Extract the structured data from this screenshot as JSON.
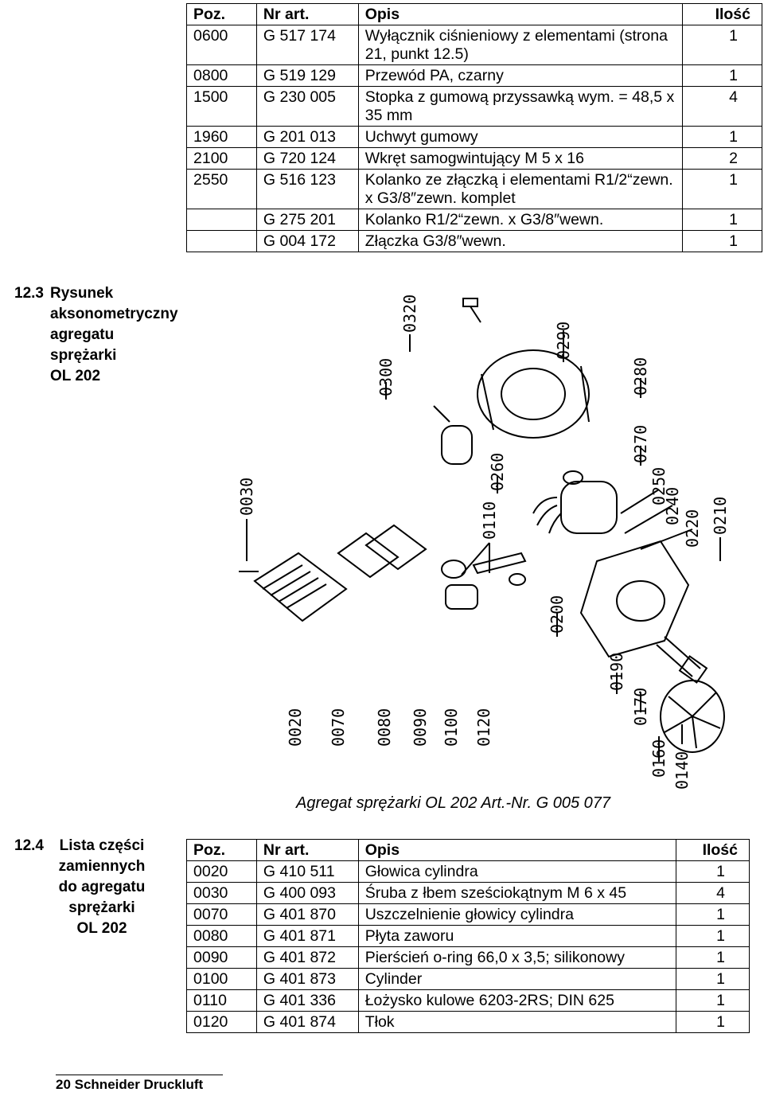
{
  "top_table": {
    "headers": [
      "Poz.",
      "Nr art.",
      "Opis",
      "Ilość"
    ],
    "rows": [
      [
        "0600",
        "G 517 174",
        "Wyłącznik ciśnieniowy z elementami (strona 21, punkt 12.5)",
        "1"
      ],
      [
        "0800",
        "G 519 129",
        "Przewód PA, czarny",
        "1"
      ],
      [
        "1500",
        "G 230 005",
        "Stopka z gumową przyssawką wym. = 48,5 x 35 mm",
        "4"
      ],
      [
        "1960",
        "G 201 013",
        "Uchwyt gumowy",
        "1"
      ],
      [
        "2100",
        "G 720 124",
        "Wkręt samogwintujący M 5 x 16",
        "2"
      ],
      [
        "2550",
        "G 516 123",
        "Kolanko ze złączką i elementami R1/2“zewn. x G3/8″zewn. komplet",
        "1"
      ],
      [
        "",
        "G 275 201",
        "Kolanko R1/2“zewn. x G3/8″wewn.",
        "1"
      ],
      [
        "",
        "G 004 172",
        "Złączka G3/8″wewn.",
        "1"
      ]
    ]
  },
  "section_drawing": {
    "number": "12.3",
    "title": "Rysunek\naksonometryczny\nagregatu\nsprężarki\nOL 202"
  },
  "diagram": {
    "caption": "Agregat sprężarki OL 202 Art.-Nr. G 005 077",
    "labels": [
      "0320",
      "0290",
      "0300",
      "0280",
      "0270",
      "0260",
      "0250",
      "0240",
      "0220",
      "0210",
      "0110",
      "0030",
      "0200",
      "0190",
      "0170",
      "0160",
      "0140",
      "0020",
      "0070",
      "0080",
      "0090",
      "0100",
      "0120"
    ]
  },
  "section_parts": {
    "number": "12.4",
    "title": "Lista części\nzamiennych\ndo agregatu\nsprężarki\nOL 202"
  },
  "bottom_table": {
    "headers": [
      "Poz.",
      "Nr art.",
      "Opis",
      "Ilość"
    ],
    "rows": [
      [
        "0020",
        "G 410 511",
        "Głowica cylindra",
        "1"
      ],
      [
        "0030",
        "G 400 093",
        "Śruba z łbem sześciokątnym M 6 x 45",
        "4"
      ],
      [
        "0070",
        "G 401 870",
        "Uszczelnienie głowicy cylindra",
        "1"
      ],
      [
        "0080",
        "G 401 871",
        "Płyta zaworu",
        "1"
      ],
      [
        "0090",
        "G 401 872",
        "Pierścień o-ring 66,0 x 3,5; silikonowy",
        "1"
      ],
      [
        "0100",
        "G 401 873",
        "Cylinder",
        "1"
      ],
      [
        "0110",
        "G 401 336",
        "Łożysko kulowe 6203-2RS; DIN 625",
        "1"
      ],
      [
        "0120",
        "G 401 874",
        "Tłok",
        "1"
      ]
    ]
  },
  "footer": "20 Schneider Druckluft"
}
